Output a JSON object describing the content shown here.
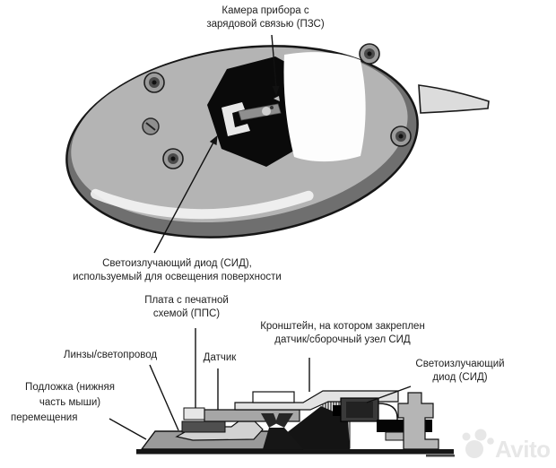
{
  "diagram": {
    "labels": {
      "ccd_camera": {
        "lines": [
          "Камера прибора с",
          "зарядовой связью (ПЗС)"
        ]
      },
      "led_illumination": {
        "lines": [
          "Светоизлучающий диод (СИД),",
          "используемый для освещения поверхности"
        ]
      },
      "pcb": {
        "lines": [
          "Плата с печатной",
          "схемой (ППС)"
        ]
      },
      "bracket": {
        "lines": [
          "Кронштейн, на котором закреплен",
          "датчик/сборочный узел СИД"
        ]
      },
      "lens": {
        "lines": [
          "Линзы/светопровод"
        ]
      },
      "sensor": {
        "lines": [
          "Датчик"
        ]
      },
      "led_side": {
        "lines": [
          "Светоизлучающий",
          "диод (СИД)"
        ]
      },
      "base": {
        "lines": [
          "Подложка (нижняя",
          "часть мыши)",
          "перемещения"
        ]
      }
    }
  },
  "watermark": {
    "brand": "Avito"
  },
  "colors": {
    "mouse_body": "#b4b4b4",
    "mouse_rim": "#6f6f6f",
    "opening_black": "#0a0a0a",
    "line_dark": "#111111",
    "watermark_gray": "#e7e7e7"
  }
}
